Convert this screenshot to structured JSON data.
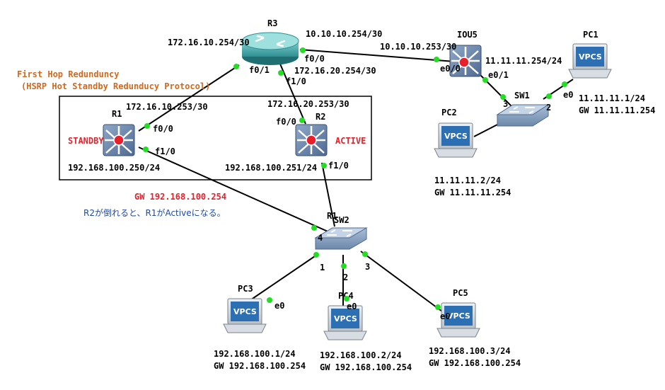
{
  "annotation": {
    "title_line1": "First Hop Redunduncy",
    "title_line2": "(HSRP Hot Standby Redunducy Protocol)",
    "note": "R2が倒れると、R1がActiveになる。",
    "gw_label": "GW 192.168.100.254"
  },
  "colors": {
    "accent_red": "#e8202a",
    "annotation_orange": "#d2691e",
    "note_blue": "#1f4aa0",
    "link_dot": "#22dd22"
  },
  "devices": {
    "r3": {
      "name": "R3",
      "icon": "router-icon"
    },
    "iou5": {
      "name": "IOU5",
      "icon": "l3-switch-icon"
    },
    "r1": {
      "name": "R1",
      "icon": "l3-switch-icon",
      "role": "STANDBY"
    },
    "r2": {
      "name": "R2",
      "icon": "l3-switch-icon",
      "role": "ACTIVE"
    },
    "sw1": {
      "name": "SW1",
      "icon": "switch-icon"
    },
    "sw2": {
      "name": "SW2",
      "overlap_label": "R1",
      "icon": "switch-icon"
    },
    "pc1": {
      "name": "PC1",
      "icon": "vpcs-icon",
      "ip": "11.11.11.1/24",
      "gw": "GW 11.11.11.254"
    },
    "pc2": {
      "name": "PC2",
      "icon": "vpcs-icon",
      "ip": "11.11.11.2/24",
      "gw": "GW 11.11.11.254"
    },
    "pc3": {
      "name": "PC3",
      "icon": "vpcs-icon",
      "ip": "192.168.100.1/24",
      "gw": "GW 192.168.100.254"
    },
    "pc4": {
      "name": "PC4",
      "icon": "vpcs-icon",
      "ip": "192.168.100.2/24",
      "gw": "GW 192.168.100.254"
    },
    "pc5": {
      "name": "PC5",
      "icon": "vpcs-icon",
      "ip": "192.168.100.3/24",
      "gw": "GW 192.168.100.254"
    }
  },
  "vpcs_label": "VPCS",
  "addresses": {
    "r3_f01": "172.16.10.254/30",
    "r3_f00": "10.10.10.254/30",
    "iou5_e00": "10.10.10.253/30",
    "iou5_lan": "11.11.11.254/24",
    "r3_f10": "172.16.20.254/30",
    "r1_f00": "172.16.10.253/30",
    "r2_f00": "172.16.20.253/30",
    "r1_lan": "192.168.100.250/24",
    "r2_lan": "192.168.100.251/24"
  },
  "ports": {
    "r3_f01": "f0/1",
    "r3_f00": "f0/0",
    "r3_f10": "f1/0",
    "iou5_e00": "e0/0",
    "iou5_e01": "e0/1",
    "sw1_3": "3",
    "sw1_2": "2",
    "pc1_e0": "e0",
    "r1_f00": "f0/0",
    "r1_f10": "f1/0",
    "r2_f00": "f0/0",
    "r2_f10": "f1/0",
    "sw2_4": "4",
    "sw2_1": "1",
    "sw2_2": "2",
    "sw2_3": "3",
    "pc3_e0": "e0",
    "pc4_e0": "e0",
    "pc5_e0": "e0"
  }
}
